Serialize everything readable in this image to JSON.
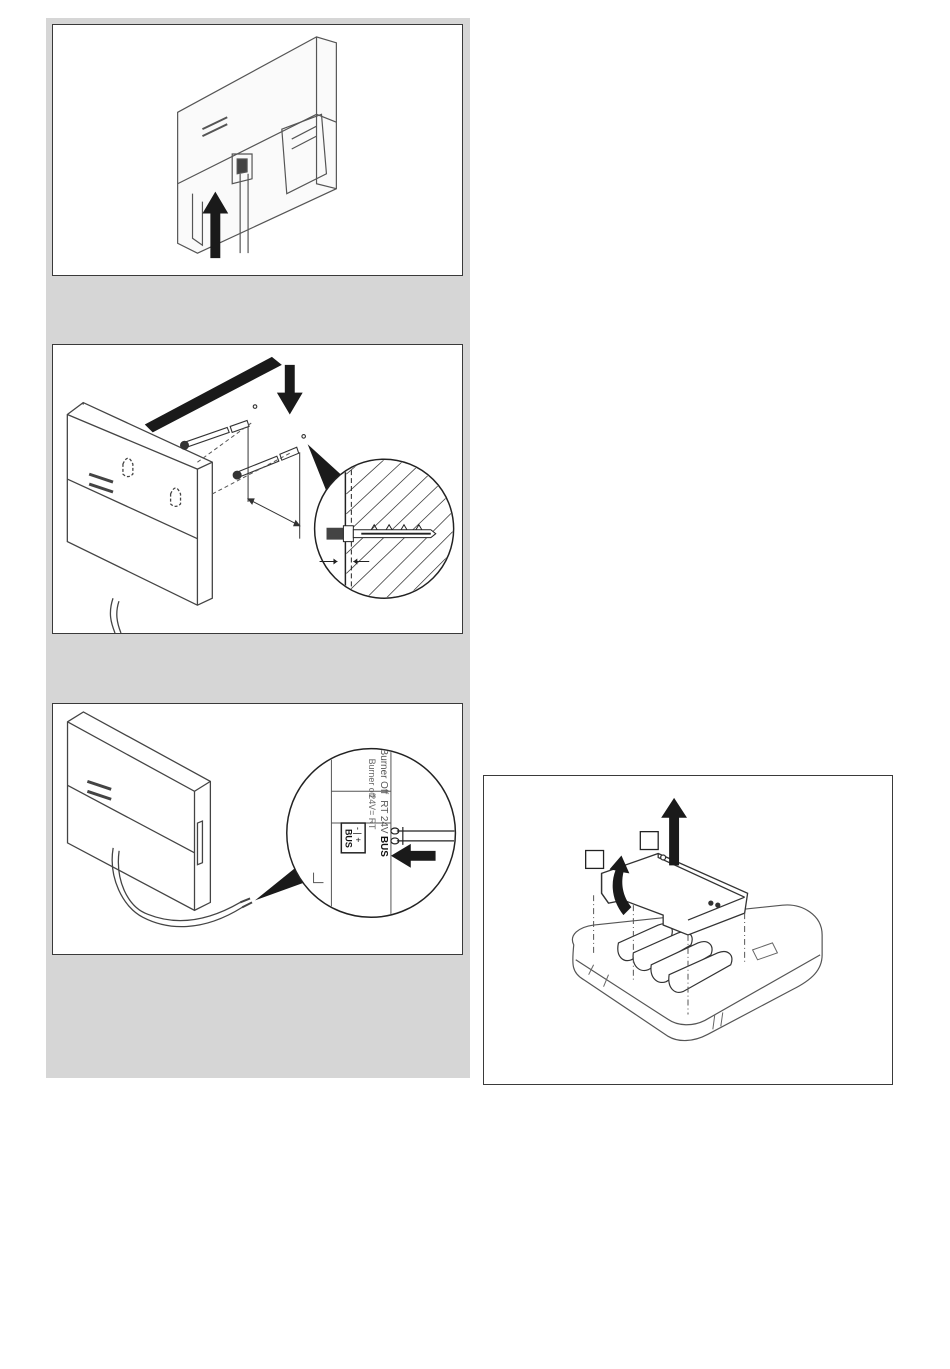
{
  "terminal": {
    "label_burner_off": "Burner Off",
    "label_rt24v": "RT 24V",
    "label_bus_top": "BUS",
    "label_burner_off_small": "Burner off",
    "label_24v_rt": "24V= RT",
    "label_bus_box": "BUS",
    "label_minus_plus": "- | +"
  }
}
